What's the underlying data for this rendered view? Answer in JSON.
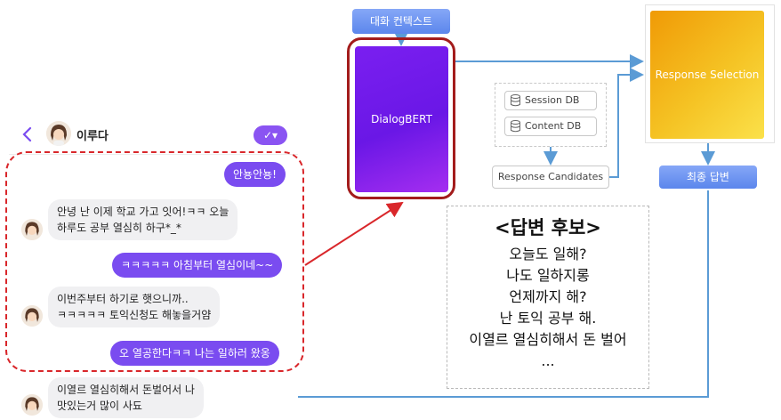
{
  "chat": {
    "back_icon": "chevron-left-icon",
    "title": "이루다",
    "header_button": "✓▾",
    "messages": [
      {
        "from": "user",
        "text": "안뇽안뇽!"
      },
      {
        "from": "bot",
        "lines": [
          "안녕 난 이제 학교 가고 잇어!ㅋㅋ 오늘",
          "하루도 공부 열심히 하구*_*"
        ]
      },
      {
        "from": "user",
        "text": "ㅋㅋㅋㅋㅋ 아침부터 열심이네~~"
      },
      {
        "from": "bot",
        "lines": [
          "이번주부터 하기로 햇으니까..",
          "ㅋㅋㅋㅋㅋ 토익신청도 해놓을거얌"
        ]
      },
      {
        "from": "user",
        "text": "오 열공한다ㅋㅋ 나는 일하러 왔옹"
      },
      {
        "from": "bot",
        "lines": [
          "이열르 열심히해서 돈벌어서 나",
          "맛있는거 많이 사됴"
        ]
      }
    ]
  },
  "diagram": {
    "context_label": "대화 컨텍스트",
    "model_label": "DialogBERT",
    "db_items": [
      "Session DB",
      "Content DB"
    ],
    "candidates_label": "Response Candidates",
    "selection_label": "Response Selection",
    "final_label": "최종 답변",
    "candidate_list": {
      "title": "<답변 후보>",
      "items": [
        "오늘도 일해?",
        "나도 일하지롱",
        "언제까지 해?",
        "난 토익 공부 해.",
        "이열르 열심히해서 돈 벌어",
        "..."
      ]
    },
    "colors": {
      "arrow": "#5b9bd5",
      "highlight": "#d9272b",
      "accent": "#7a4cf0"
    }
  }
}
